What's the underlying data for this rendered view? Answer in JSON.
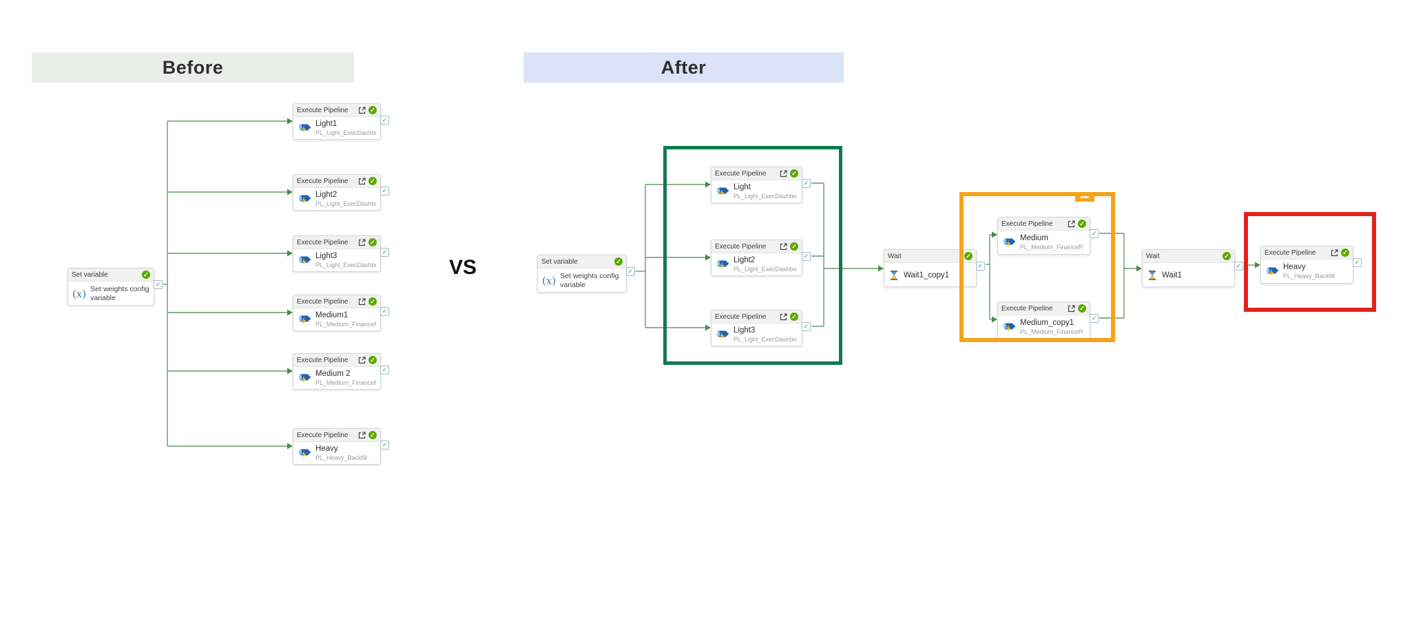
{
  "headers": {
    "before": "Before",
    "after": "After",
    "vs": "VS"
  },
  "before": {
    "set_variable": {
      "header": "Set variable",
      "description": "Set weights config variable"
    },
    "pipelines": [
      {
        "header": "Execute Pipeline",
        "name": "Light1",
        "subtitle": "PL_Light_ExecDashbo..."
      },
      {
        "header": "Execute Pipeline",
        "name": "Light2",
        "subtitle": "PL_Light_ExecDashbo..."
      },
      {
        "header": "Execute Pipeline",
        "name": "Light3",
        "subtitle": "PL_Light_ExecDashbo..."
      },
      {
        "header": "Execute Pipeline",
        "name": "Medium1",
        "subtitle": "PL_Medium_FinanceR..."
      },
      {
        "header": "Execute Pipeline",
        "name": "Medium 2",
        "subtitle": "PL_Medium_FinanceR..."
      },
      {
        "header": "Execute Pipeline",
        "name": "Heavy",
        "subtitle": "PL_Heavy_Backfill"
      }
    ]
  },
  "after": {
    "set_variable": {
      "header": "Set variable",
      "description": "Set weights config variable"
    },
    "lights": [
      {
        "header": "Execute Pipeline",
        "name": "Light",
        "subtitle": "PL_Light_ExecDashbo..."
      },
      {
        "header": "Execute Pipeline",
        "name": "Light2",
        "subtitle": "PL_Light_ExecDashbo..."
      },
      {
        "header": "Execute Pipeline",
        "name": "Light3",
        "subtitle": "PL_Light_ExecDashbo..."
      }
    ],
    "wait_copy": {
      "header": "Wait",
      "name": "Wait1_copy1"
    },
    "mediums": [
      {
        "header": "Execute Pipeline",
        "name": "Medium",
        "subtitle": "PL_Medium_FinanceR..."
      },
      {
        "header": "Execute Pipeline",
        "name": "Medium_copy1",
        "subtitle": "PL_Medium_FinanceR..."
      }
    ],
    "wait": {
      "header": "Wait",
      "name": "Wait1"
    },
    "heavy": {
      "header": "Execute Pipeline",
      "name": "Heavy",
      "subtitle": "PL_Heavy_Backfill"
    }
  },
  "colors": {
    "before_header_bg": "#e8efe6",
    "after_header_bg": "#dce2f7",
    "group_green": "#0f7b4f",
    "group_orange": "#f5a31b",
    "group_red": "#e2231a",
    "connector_line": "#669966",
    "success_green": "#5ca904"
  }
}
